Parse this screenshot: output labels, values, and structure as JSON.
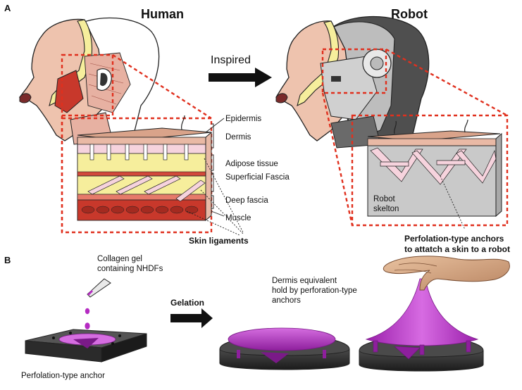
{
  "panelA": {
    "label": "A",
    "human_title": "Human",
    "robot_title": "Robot",
    "arrow_label": "Inspired",
    "layers": [
      "Epidermis",
      "Dermis",
      "Adipose tissue",
      "Superficial Fascia",
      "Deep fascia",
      "Muscle"
    ],
    "ligaments_label": "Skin ligaments",
    "robot_skeleton_label": [
      "Robot",
      "skelton"
    ],
    "anchor_caption": [
      "Perfolation-type anchors",
      "to attatch a skin to a robot"
    ]
  },
  "panelB": {
    "label": "B",
    "collagen_label": [
      "Collagen gel",
      "containing NHDFs"
    ],
    "gelation_label": "Gelation",
    "anchor_label": "Perfolation-type anchor",
    "dermis_label": [
      "Dermis equivalent",
      "hold by perforation-type",
      "anchors"
    ]
  },
  "colors": {
    "outline_red": "#e0301e",
    "skin": "#eec3ae",
    "epidermis_top": "#d9a38a",
    "dermis_pink": "#f6d3dd",
    "adipose_yellow": "#f6ee9c",
    "muscle_red": "#c8382b",
    "robot_grey": "#c9c9c9",
    "robot_dark": "#555555",
    "gel_purple": "#b52bc2",
    "base_dark": "#2d2d2d"
  }
}
